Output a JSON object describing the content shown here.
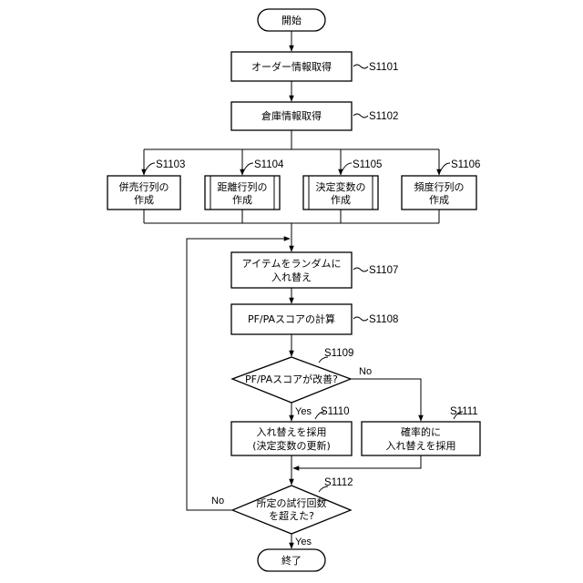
{
  "nodes": {
    "start": {
      "text": "開始"
    },
    "s1101": {
      "text": "オーダー情報取得",
      "step": "S1101"
    },
    "s1102": {
      "text": "倉庫情報取得",
      "step": "S1102"
    },
    "s1103": {
      "line1": "併売行列の",
      "line2": "作成",
      "step": "S1103"
    },
    "s1104": {
      "line1": "距離行列の",
      "line2": "作成",
      "step": "S1104"
    },
    "s1105": {
      "line1": "決定変数の",
      "line2": "作成",
      "step": "S1105"
    },
    "s1106": {
      "line1": "頻度行列の",
      "line2": "作成",
      "step": "S1106"
    },
    "s1107": {
      "line1": "アイテムをランダムに",
      "line2": "入れ替え",
      "step": "S1107"
    },
    "s1108": {
      "text": "PF/PAスコアの計算",
      "step": "S1108"
    },
    "s1109": {
      "text": "PF/PAスコアが改善?",
      "step": "S1109"
    },
    "s1110": {
      "line1": "入れ替えを採用",
      "line2": "(決定変数の更新)",
      "step": "S1110"
    },
    "s1111": {
      "line1": "確率的に",
      "line2": "入れ替えを採用",
      "step": "S1111"
    },
    "s1112": {
      "line1": "所定の試行回数",
      "line2": "を超えた?",
      "step": "S1112"
    },
    "end": {
      "text": "終了"
    }
  },
  "edges": {
    "s1109_yes": "Yes",
    "s1109_no": "No",
    "s1112_yes": "Yes",
    "s1112_no": "No"
  }
}
